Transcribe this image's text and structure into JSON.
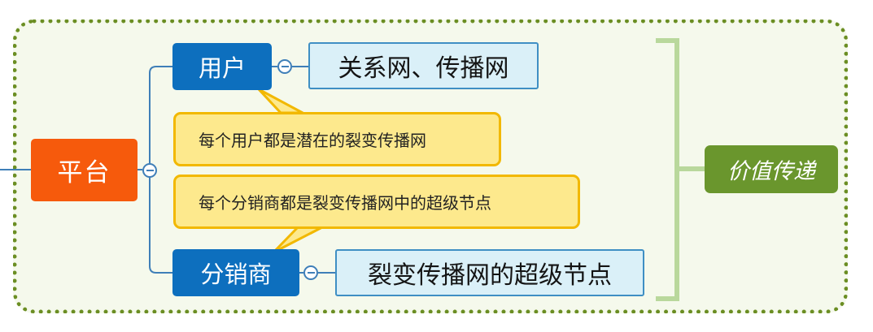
{
  "root": {
    "label": "平台"
  },
  "branches": [
    {
      "label": "用户",
      "detail": "关系网、传播网"
    },
    {
      "label": "分销商",
      "detail": "裂变传播网的超级节点"
    }
  ],
  "callouts": [
    {
      "text": "每个用户都是潜在的裂变传播网"
    },
    {
      "text": "每个分销商都是裂变传播网中的超级节点"
    }
  ],
  "summary": {
    "label": "价值传递"
  },
  "colors": {
    "root": "#f65a0c",
    "branch": "#0d6fbe",
    "leaf_fill": "#daf0f8",
    "callout_fill": "#fde98d",
    "callout_border": "#f2b800",
    "summary": "#6a962d",
    "frame_border": "#6b8e23",
    "bracket": "#b9d89c"
  },
  "icons": {
    "toggle": "collapse-minus-icon"
  }
}
